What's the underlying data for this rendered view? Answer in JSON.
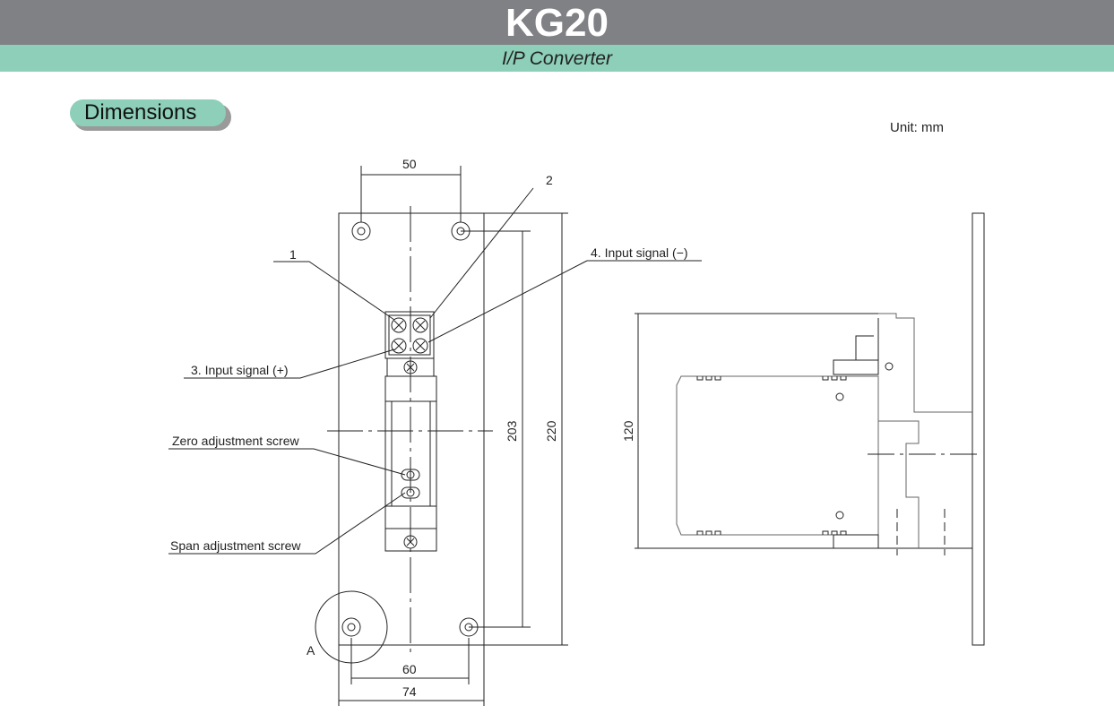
{
  "header": {
    "title": "KG20",
    "subtitle": "I/P Converter"
  },
  "section": {
    "title": "Dimensions",
    "unit": "Unit: mm"
  },
  "drawing": {
    "labels": {
      "terminal_1": "1",
      "terminal_2": "2",
      "terminal_3": "3. Input signal (+)",
      "terminal_4": "4. Input signal (−)",
      "zero": "Zero adjustment screw",
      "span": "Span adjustment screw",
      "detail_a": "A"
    },
    "dimensions": {
      "hole_pitch_top": "50",
      "hole_pitch_vertical": "203",
      "plate_height": "220",
      "hole_pitch_bottom": "60",
      "plate_width": "74",
      "depth": "120"
    }
  }
}
